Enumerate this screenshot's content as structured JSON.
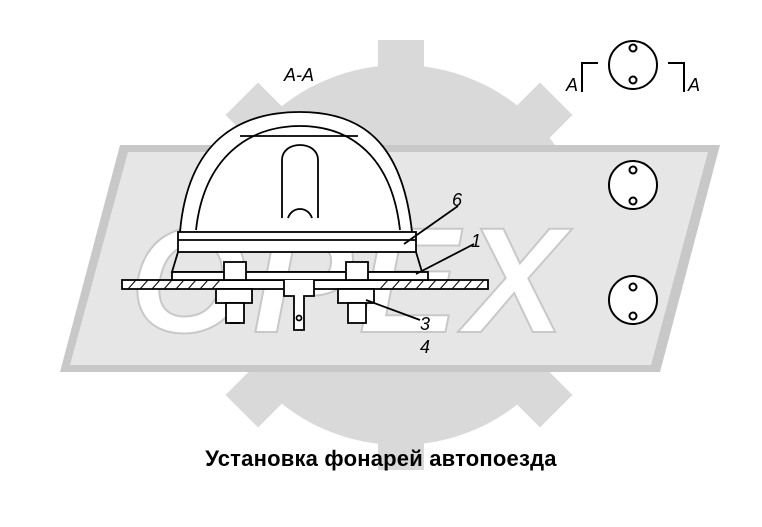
{
  "section_label": "А-А",
  "cut_marker_left": "А",
  "cut_marker_right": "А",
  "callouts": {
    "c1": "1",
    "c3": "3",
    "c4": "4",
    "c6": "6"
  },
  "watermark": "ОРЕХ",
  "caption": "Установка фонарей автопоезда"
}
